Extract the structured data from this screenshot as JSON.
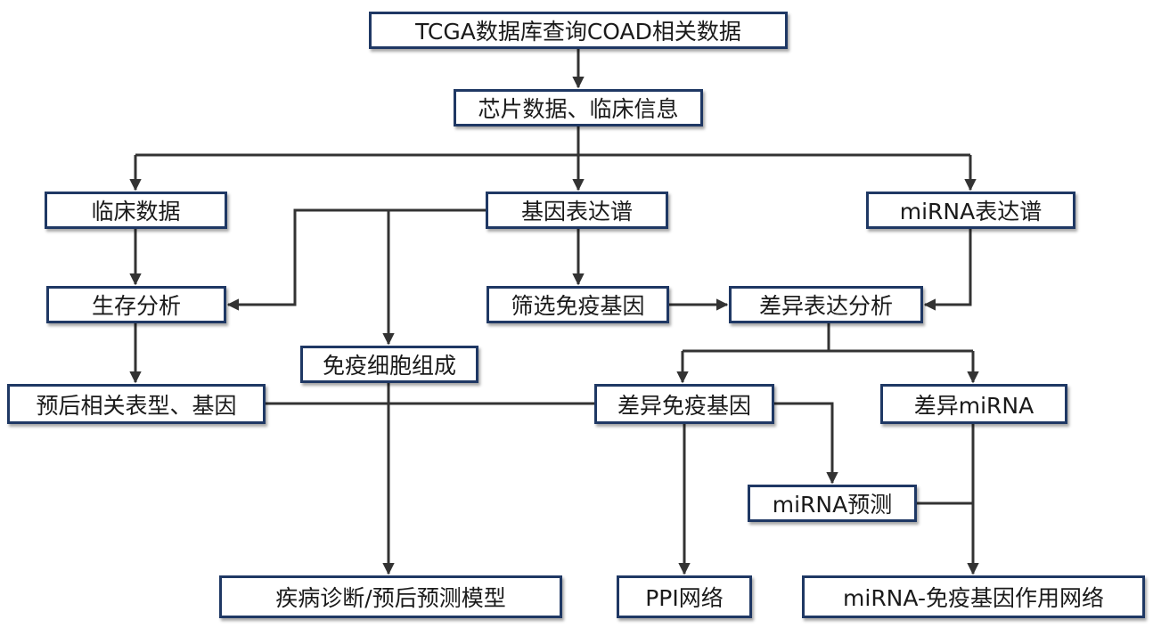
{
  "nodes": {
    "tcga": "TCGA数据库查询COAD相关数据",
    "chip": "芯片数据、临床信息",
    "clinical": "临床数据",
    "gene_expr": "基因表达谱",
    "mirna_expr": "miRNA表达谱",
    "survival": "生存分析",
    "screen_immune": "筛选免疫基因",
    "de_analysis": "差异表达分析",
    "immune_comp": "免疫细胞组成",
    "prognostic": "预后相关表型、基因",
    "de_immune": "差异免疫基因",
    "de_mirna": "差异miRNA",
    "mirna_pred": "miRNA预测",
    "model": "疾病诊断/预后预测模型",
    "ppi": "PPI网络",
    "network": "miRNA-免疫基因作用网络"
  },
  "colors": {
    "box_border": "#1f3864",
    "line": "#333333"
  }
}
